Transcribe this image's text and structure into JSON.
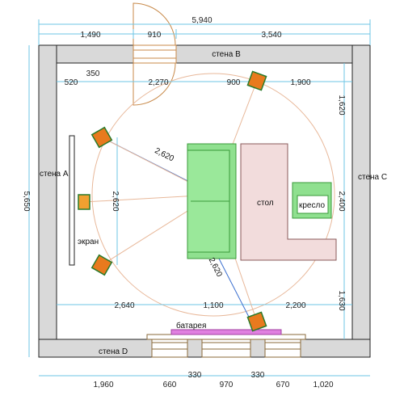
{
  "colors": {
    "wall_fill": "#d9d9d9",
    "dim_line": "#6ec6e6",
    "sofa": "#8fe08f",
    "table": "#f2dcdc",
    "armchair": "#8fe08f",
    "speaker": "#e87a1e",
    "subwoofer": "#f0a030",
    "radiator": "#e080e0",
    "guide_circle": "#e8b89a",
    "sight_line": "#3a6ecf"
  },
  "walls": {
    "top": "стена B",
    "left": "стена A",
    "right": "стена C",
    "bottom": "стена D"
  },
  "labels": {
    "screen": "экран",
    "table": "стол",
    "armchair": "кресло",
    "radiator": "батарея"
  },
  "dimensions": {
    "top_overall": "5,940",
    "top_seg_1": "1,490",
    "top_seg_2": "910",
    "top_seg_3": "3,540",
    "inner_top_1": "520",
    "inner_top_2": "350",
    "inner_top_3": "2,270",
    "inner_top_4": "900",
    "inner_top_5": "1,900",
    "left_overall": "5,650",
    "screen_speakers_gap": "2,620",
    "diag_upper": "2,620",
    "diag_lower": "2,620",
    "right_1": "1,620",
    "right_2": "2,400",
    "right_3": "1,630",
    "lower_1": "2,640",
    "lower_2": "1,100",
    "lower_3": "2,200",
    "bottom_1": "1,960",
    "bottom_2": "660",
    "bottom_3": "970",
    "bottom_4": "670",
    "bottom_5": "1,020",
    "bottom_win_1": "330",
    "bottom_win_2": "330"
  }
}
